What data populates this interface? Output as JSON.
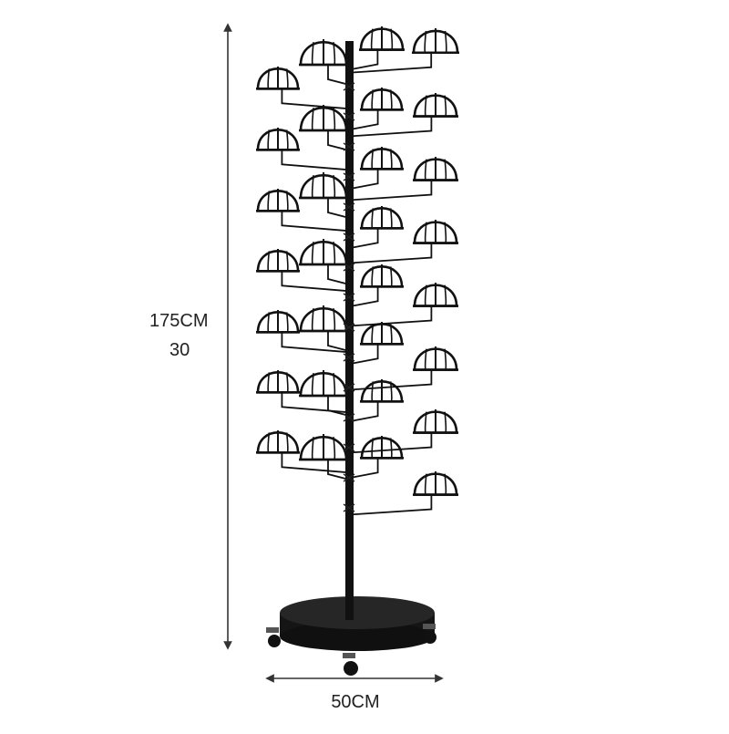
{
  "dimensions": {
    "height_label": "175CM",
    "height_sub_label": "30",
    "width_label": "50CM"
  },
  "product": {
    "name_icon": "rotating-cap-display-rack",
    "frame_color": "#111111",
    "base_color": "#1a1a1a",
    "dimension_line_color": "#333333"
  }
}
